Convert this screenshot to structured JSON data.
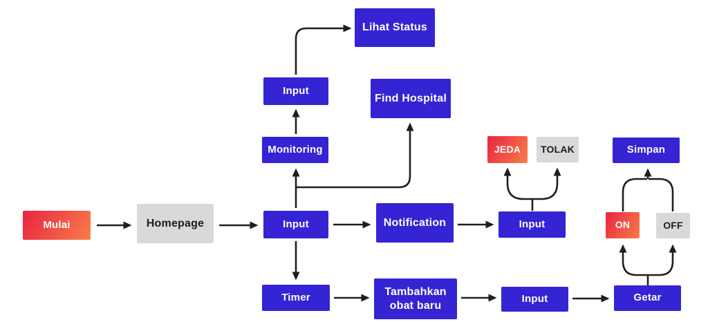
{
  "diagram": {
    "type": "flowchart",
    "background": "#ffffff",
    "colors": {
      "node_blue": "#3424d4",
      "node_gray": "#d9d9d9",
      "gradient_start": "#e82540",
      "gradient_end": "#f97c4a",
      "line": "#1e1e1e",
      "text_on_dark": "#ffffff",
      "text_on_light": "#1c1c1c"
    },
    "nodes": [
      {
        "id": "mulai",
        "label": "Mulai",
        "style": "gradient"
      },
      {
        "id": "homepage",
        "label": "Homepage",
        "style": "gray"
      },
      {
        "id": "input-main",
        "label": "Input",
        "style": "blue"
      },
      {
        "id": "monitoring",
        "label": "Monitoring",
        "style": "blue"
      },
      {
        "id": "input-top",
        "label": "Input",
        "style": "blue"
      },
      {
        "id": "lihat-status",
        "label": "Lihat Status",
        "style": "blue"
      },
      {
        "id": "find-hospital",
        "label": "Find Hospital",
        "style": "blue"
      },
      {
        "id": "notification",
        "label": "Notification",
        "style": "blue"
      },
      {
        "id": "input-right",
        "label": "Input",
        "style": "blue"
      },
      {
        "id": "jeda",
        "label": "JEDA",
        "style": "gradient"
      },
      {
        "id": "tolak",
        "label": "TOLAK",
        "style": "gray"
      },
      {
        "id": "simpan",
        "label": "Simpan",
        "style": "blue"
      },
      {
        "id": "on",
        "label": "ON",
        "style": "gradient"
      },
      {
        "id": "off",
        "label": "OFF",
        "style": "gray"
      },
      {
        "id": "timer",
        "label": "Timer",
        "style": "blue"
      },
      {
        "id": "tambahkan-obat-baru",
        "label": "Tambahkan obat baru",
        "style": "blue"
      },
      {
        "id": "input-bottom",
        "label": "Input",
        "style": "blue"
      },
      {
        "id": "getar",
        "label": "Getar",
        "style": "blue"
      }
    ],
    "edges": [
      {
        "from": "mulai",
        "to": "homepage"
      },
      {
        "from": "homepage",
        "to": "input-main"
      },
      {
        "from": "input-main",
        "to": "monitoring"
      },
      {
        "from": "monitoring",
        "to": "input-top"
      },
      {
        "from": "input-top",
        "to": "lihat-status"
      },
      {
        "from": "input-main",
        "to": "find-hospital"
      },
      {
        "from": "input-main",
        "to": "notification"
      },
      {
        "from": "notification",
        "to": "input-right"
      },
      {
        "from": "input-right",
        "to": "jeda"
      },
      {
        "from": "input-right",
        "to": "tolak"
      },
      {
        "from": "input-main",
        "to": "timer"
      },
      {
        "from": "timer",
        "to": "tambahkan-obat-baru"
      },
      {
        "from": "tambahkan-obat-baru",
        "to": "input-bottom"
      },
      {
        "from": "input-bottom",
        "to": "getar"
      },
      {
        "from": "getar",
        "to": "on"
      },
      {
        "from": "getar",
        "to": "off"
      },
      {
        "from": "on",
        "to": "simpan"
      },
      {
        "from": "off",
        "to": "simpan"
      }
    ]
  }
}
